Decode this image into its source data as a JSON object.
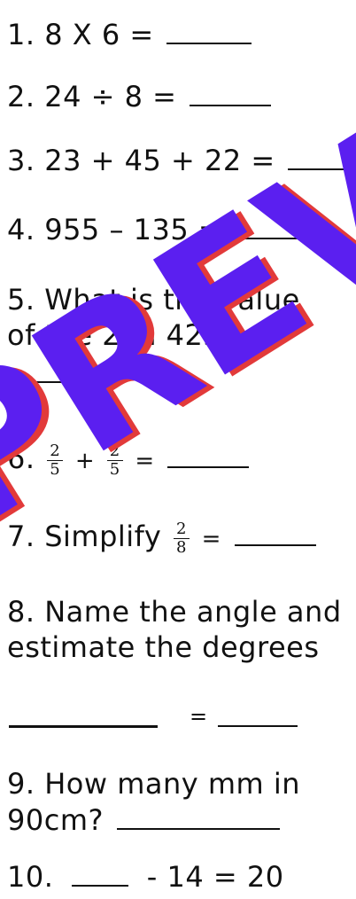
{
  "questions": [
    {
      "number": "1.",
      "text": "8 X 6 ="
    },
    {
      "number": "2.",
      "text": "24 ÷ 8 ="
    },
    {
      "number": "3.",
      "text": "23 + 45 + 22 ="
    },
    {
      "number": "4.",
      "text": "955 – 135 ="
    },
    {
      "number": "5.",
      "line1": "What is the value",
      "line2": "of the 2 in 425?"
    },
    {
      "number": "6.",
      "frac_a_num": "2",
      "frac_a_den": "5",
      "plus": "+",
      "frac_b_num": "2",
      "frac_b_den": "5",
      "equals": "="
    },
    {
      "number": "7.",
      "text": "Simplify",
      "frac_num": "2",
      "frac_den": "8",
      "equals": "="
    },
    {
      "number": "8.",
      "line1": "Name the angle and",
      "line2": "estimate the degrees",
      "equals": "="
    },
    {
      "number": "9.",
      "line1": "How many mm in",
      "line2": "90cm?"
    },
    {
      "number": "10.",
      "minus": "- 14 = 20"
    }
  ],
  "watermark": {
    "text": "PREVIEW",
    "fill": "#5b1ff0",
    "shadow": "#e23a3a"
  }
}
